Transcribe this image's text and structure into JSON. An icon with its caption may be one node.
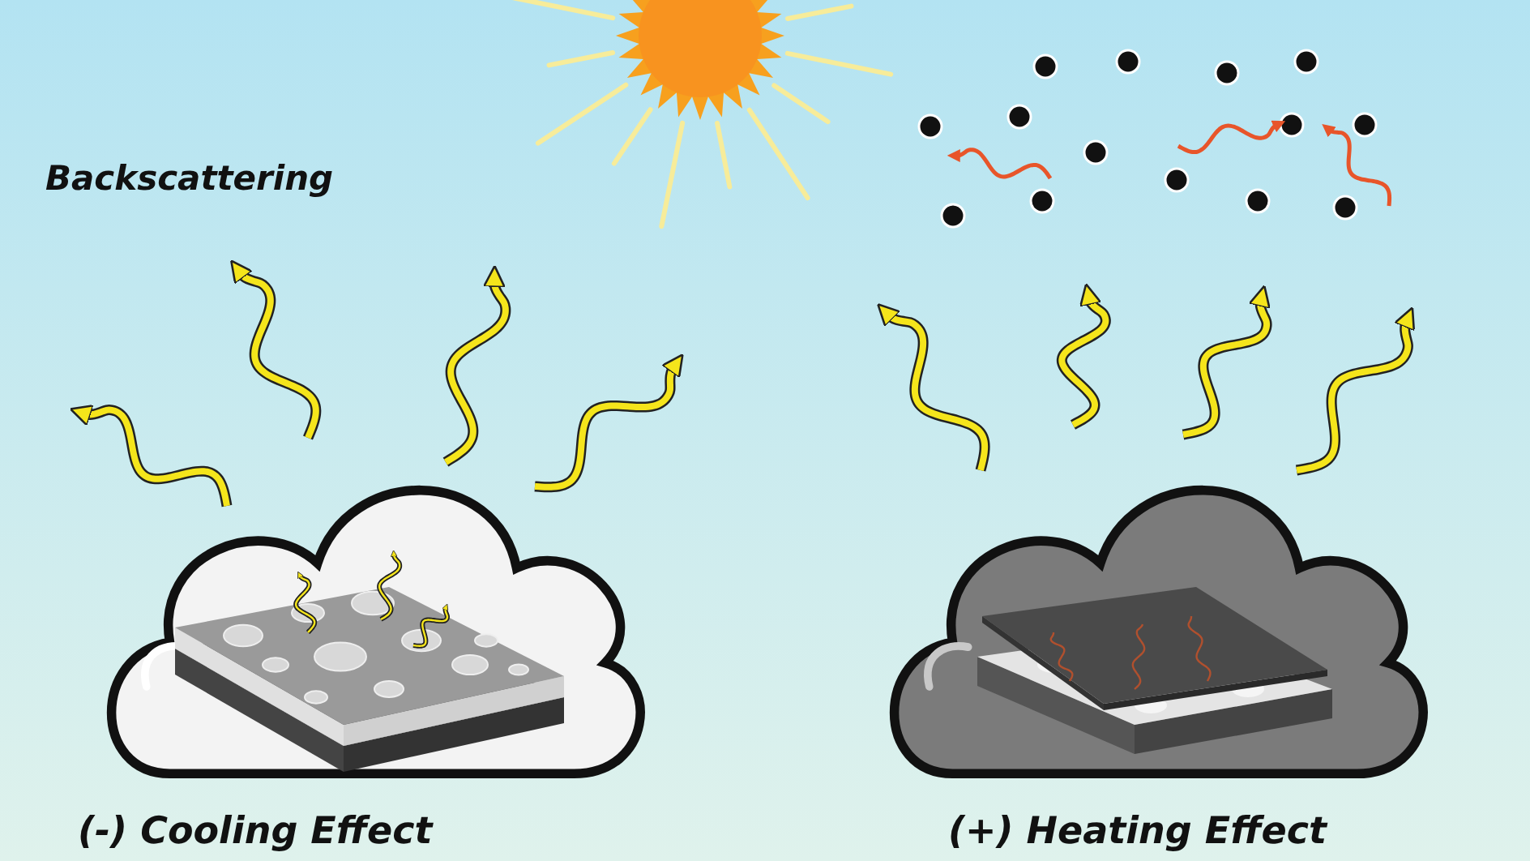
{
  "diagram": {
    "nodes": [
      {
        "text": [],
        "shape": "cloud",
        "beside": [
          "(-) Cooling Effect"
        ]
      },
      {
        "text": [],
        "shape": "cloud",
        "beside": [
          "(+) Heating Effect"
        ]
      }
    ],
    "labels": [
      "Backscattering"
    ]
  }
}
